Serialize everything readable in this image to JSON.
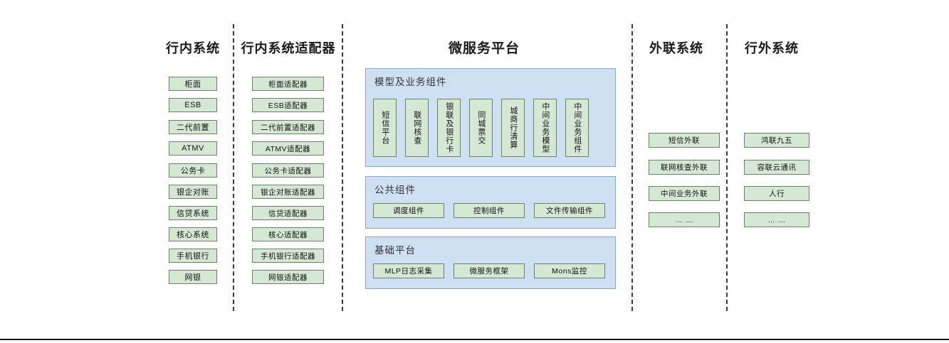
{
  "theme": {
    "background": "#ffffff",
    "node_fill": "#d5e8d4",
    "node_stroke": "#6f7f6a",
    "panel_fill": "#cfe0f2",
    "panel_stroke": "#8fa8bf",
    "separator": "#3a3a3a",
    "text": "#111111"
  },
  "columns": [
    {
      "id": "intra-bank-systems",
      "title": "行内系统",
      "items": [
        "柜面",
        "ESB",
        "二代前置",
        "ATMV",
        "公务卡",
        "银企对账",
        "信贷系统",
        "核心系统",
        "手机银行",
        "网银"
      ]
    },
    {
      "id": "intra-bank-adapters",
      "title": "行内系统适配器",
      "items": [
        "柜面适配器",
        "ESB适配器",
        "二代前置适配器",
        "ATMV适配器",
        "公务卡适配器",
        "银企对账适配器",
        "信贷适配器",
        "核心适配器",
        "手机银行适配器",
        "网银适配器"
      ]
    },
    {
      "id": "external-link-systems",
      "title": "外联系统",
      "items": [
        "短信外联",
        "联网核查外联",
        "中间业务外联",
        "… …"
      ]
    },
    {
      "id": "outside-bank-systems",
      "title": "行外系统",
      "items": [
        "鸿联九五",
        "容联云通讯",
        "人行",
        "… …"
      ]
    }
  ],
  "platform": {
    "title": "微服务平台",
    "panels": [
      {
        "id": "model-business-components",
        "title": "模型及业务组件",
        "orientation": "vertical",
        "items": [
          "短信平台",
          "联网核查",
          "银联及银行卡",
          "同城票交",
          "城商行清算",
          "中间业务模型",
          "中间业务组件"
        ]
      },
      {
        "id": "public-components",
        "title": "公共组件",
        "orientation": "horizontal",
        "items": [
          "调度组件",
          "控制组件",
          "文件传输组件"
        ]
      },
      {
        "id": "base-platform",
        "title": "基础平台",
        "orientation": "horizontal",
        "items": [
          "MLP日志采集",
          "微服务框架",
          "Mons监控"
        ]
      }
    ]
  }
}
